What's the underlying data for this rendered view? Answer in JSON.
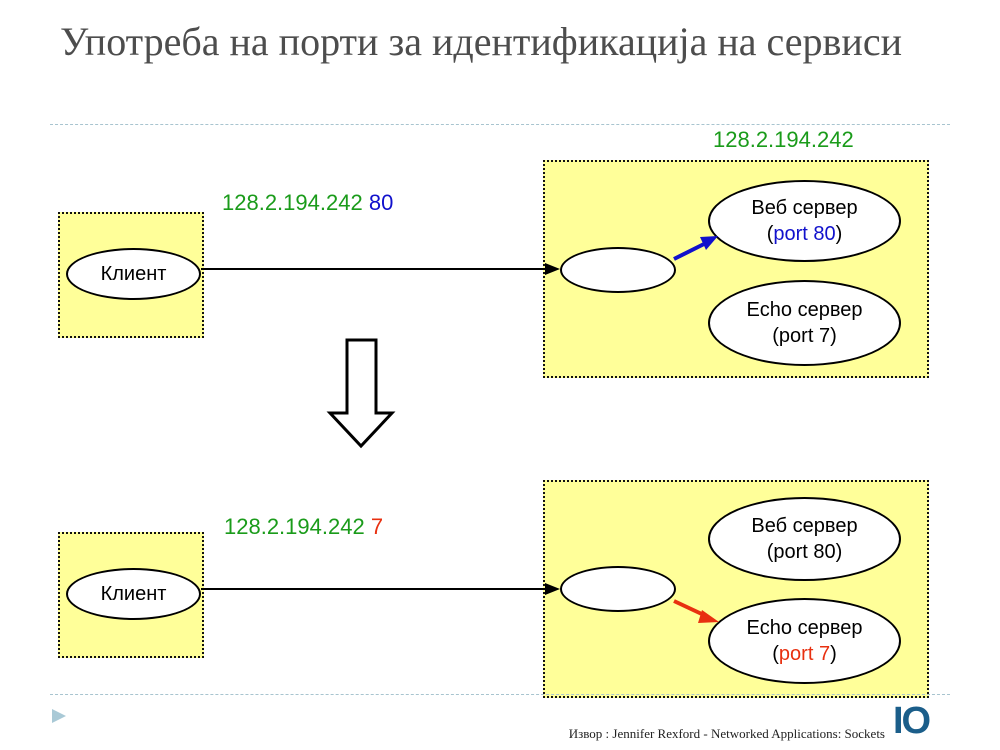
{
  "title": "Употреба на порти за идентификација на сервиси",
  "top": {
    "server_ip": "128.2.194.242",
    "request_ip": "128.2.194.242",
    "request_port": "80",
    "client": "Клиент",
    "web_server": {
      "name": "Веб сервер",
      "open": "(",
      "port": "port 80",
      "close": ")"
    },
    "echo_server": {
      "name": "Echo сервер",
      "label": "(port 7)"
    }
  },
  "bottom": {
    "request_ip": "128.2.194.242",
    "request_port": "7",
    "client": "Клиент",
    "web_server": {
      "name": "Веб сервер",
      "label": "(port 80)"
    },
    "echo_server": {
      "name": "Echo сервер",
      "open": "(",
      "port": "port 7",
      "close": ")"
    }
  },
  "footer": "Извор : Jennifer Rexford - Networked Applications: Sockets",
  "logo": "IO",
  "colors": {
    "ip": "#1a9b1a",
    "port80": "#1111cc",
    "port7": "#e83010",
    "box": "#ffff99",
    "title": "#4d4d4d"
  }
}
